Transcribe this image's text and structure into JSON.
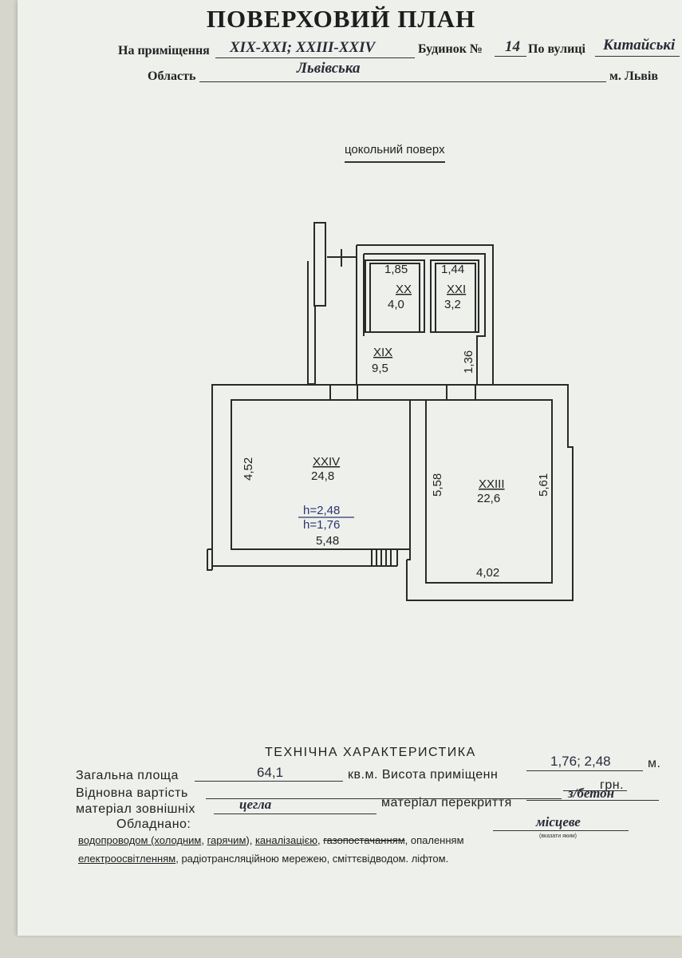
{
  "header": {
    "title": "ПОВЕРХОВИЙ ПЛАН",
    "premises_label": "На приміщення",
    "premises_value": "XIX-XXI; XXIII-XXIV",
    "building_label": "Будинок №",
    "building_value": "14",
    "street_label": "По вулиці",
    "street_value": "Китайські",
    "region_label": "Область",
    "region_value": "Львівська",
    "city_label": "м. Львів"
  },
  "floor": {
    "label": "цокольний поверх"
  },
  "rooms": {
    "xx": {
      "number": "XX",
      "area": "4,0",
      "dim": "1,85"
    },
    "xxi": {
      "number": "XXI",
      "area": "3,2",
      "dim": "1,44"
    },
    "xix": {
      "number": "XIX",
      "area": "9,5",
      "dim": "1,36"
    },
    "xxiv": {
      "number": "XXIV",
      "area": "24,8",
      "dim_side": "4,52",
      "dim_bottom": "5,48",
      "height_1": "h=2,48",
      "height_2": "h=1,76"
    },
    "xxiii": {
      "number": "XXIII",
      "area": "22,6",
      "dim_left": "5,58",
      "dim_right": "5,61",
      "dim_bottom": "4,02"
    }
  },
  "tech": {
    "heading": "ТЕХНІЧНА ХАРАКТЕРИСТИКА",
    "total_area_label": "Загальна площа",
    "total_area_value": "64,1",
    "units_label": "кв.м. Висота приміщенн",
    "height_value": "1,76; 2,48",
    "height_unit": "м.",
    "restoration_label": "Відновна вартість",
    "currency": "грн.",
    "wall_material_label": "матеріал зовнішніх",
    "wall_material_value": "цегла",
    "ceiling_label": "матеріал перекриття",
    "ceiling_value": "з/бетон",
    "equipped_label": "Обладнано:",
    "equip_line1_a": "водопроводом (холодним",
    "equip_line1_b": ", ",
    "equip_line1_c": "гарячим",
    "equip_line1_d": "), ",
    "equip_line1_e": "каналізацією",
    "equip_line1_f": ", ",
    "equip_line1_g": "газопостачанням",
    "equip_line1_h": ", опаленням",
    "heating_value": "місцеве",
    "heating_note": "(вказати яким)",
    "equip_line2_a": "електроосвітленням",
    "equip_line2_b": ", радіотрансляційною мережею, сміттєвідводом. ліфтом."
  }
}
